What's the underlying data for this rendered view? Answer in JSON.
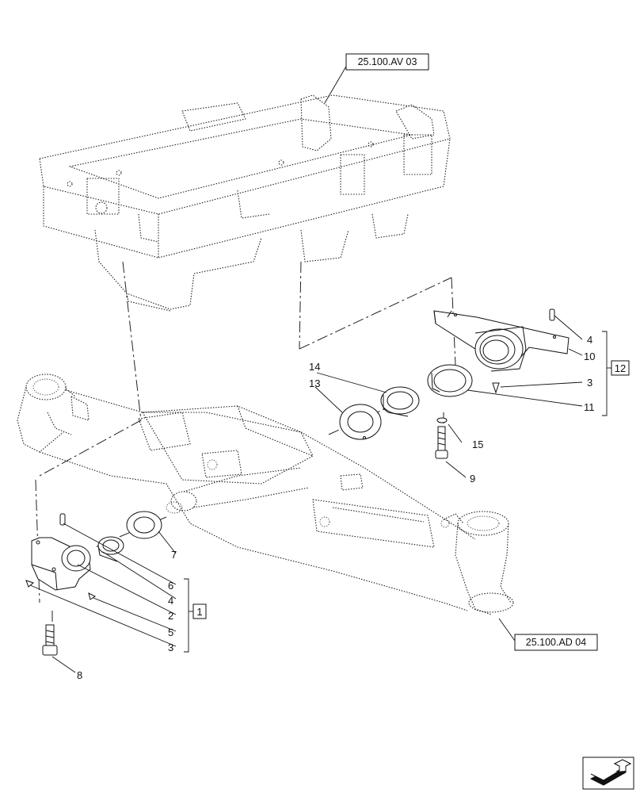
{
  "references": {
    "top": "25.100.AV 03",
    "bottom": "25.100.AD 04"
  },
  "callouts": {
    "c1": "1",
    "c2": "2",
    "c3a": "3",
    "c3b": "3",
    "c4a": "4",
    "c4b": "4",
    "c5": "5",
    "c6": "6",
    "c7": "7",
    "c8": "8",
    "c9": "9",
    "c10": "10",
    "c11": "11",
    "c12": "12",
    "c13": "13",
    "c14": "14",
    "c15": "15"
  },
  "icons": {
    "corner": "next-page-arrow-icon"
  }
}
